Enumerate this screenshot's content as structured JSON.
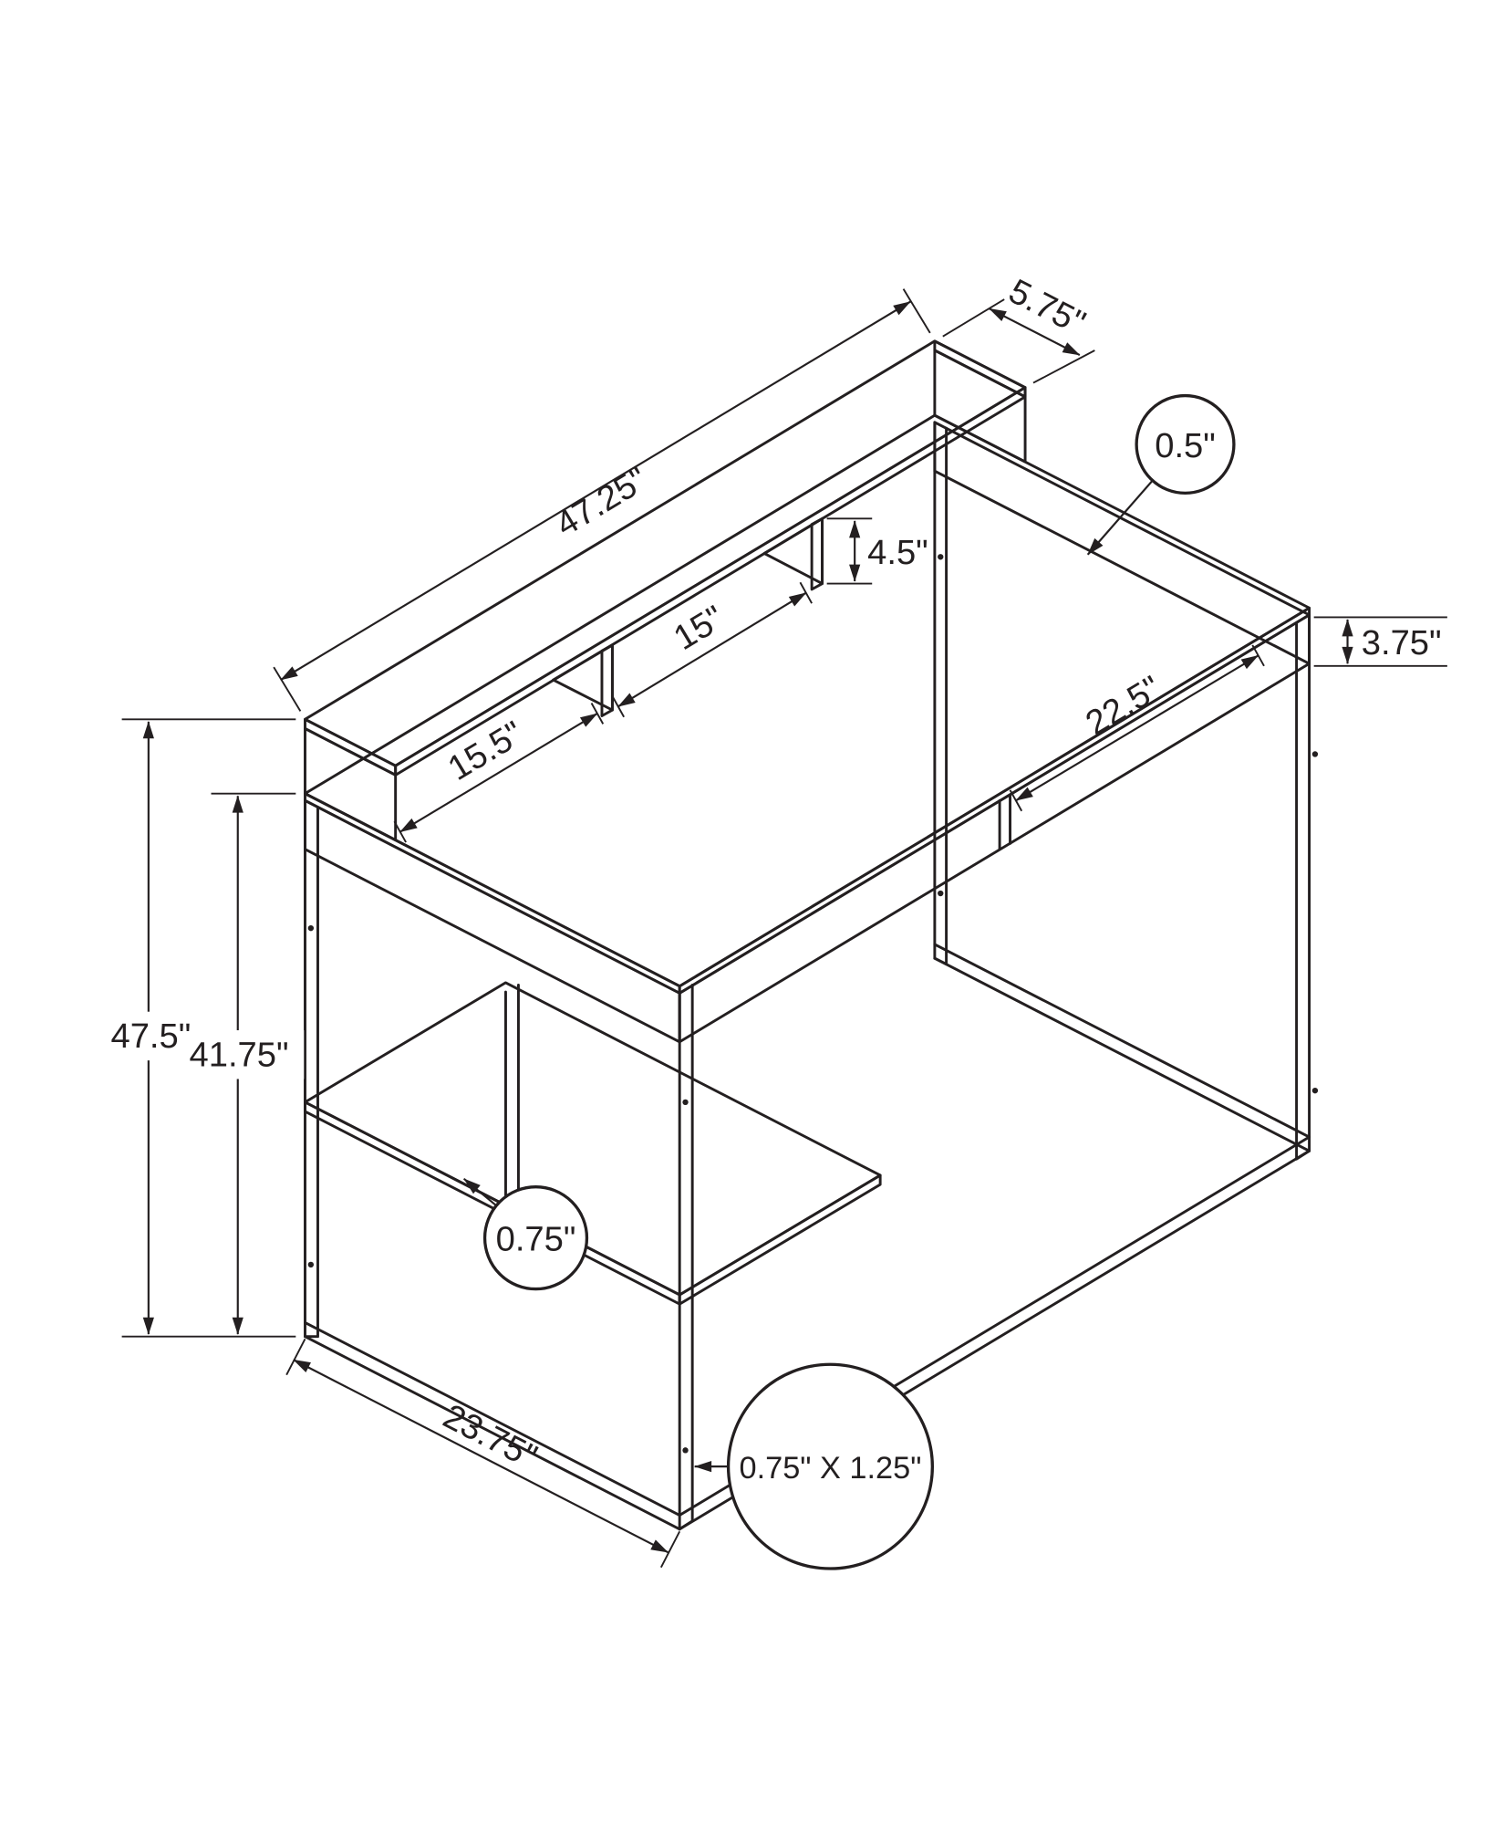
{
  "canvas": {
    "background": "#ffffff",
    "ink": "#231f20"
  },
  "figure": {
    "kind": "isometric-dimension-drawing",
    "units": "inches"
  },
  "annotations": {
    "riser_length": "47.25\"",
    "riser_depth": "5.75\"",
    "desktop_thickness": "0.5\"",
    "cubby_height": "4.5\"",
    "cubby_opening": "15\"",
    "left_opening": "15.5\"",
    "right_opening": "22.5\"",
    "rail_height": "3.75\"",
    "overall_height": "47.5\"",
    "desktop_height": "41.75\"",
    "shelf_thickness": "0.75\"",
    "base_depth": "23.75\"",
    "leg_cross_section": "0.75\" X 1.25\""
  }
}
